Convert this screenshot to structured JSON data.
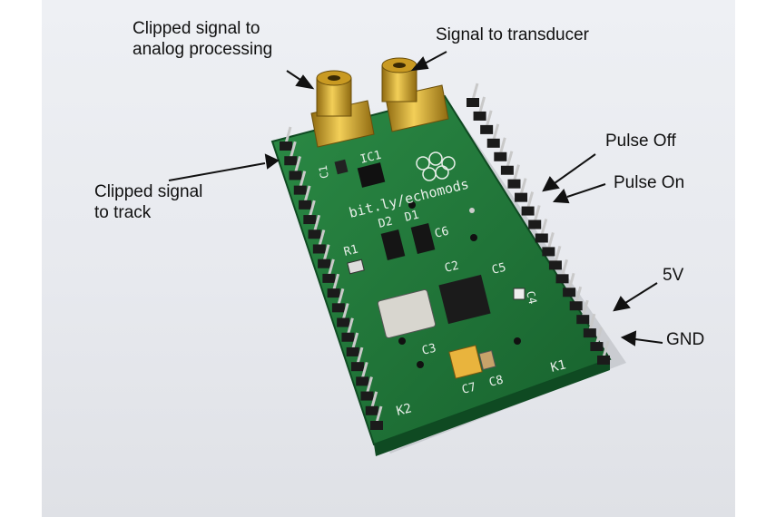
{
  "annotations": {
    "analog": [
      "Clipped signal to",
      "analog processing"
    ],
    "transducer": "Signal to transducer",
    "track": [
      "Clipped signal",
      "to track"
    ],
    "pulse_off": "Pulse Off",
    "pulse_on": "Pulse On",
    "v5": "5V",
    "gnd": "GND"
  },
  "board": {
    "url": "bit.ly/echomods",
    "designators": [
      "IC1",
      "C1",
      "D2",
      "D1",
      "C6",
      "R1",
      "C2",
      "C5",
      "C4",
      "C3",
      "C7",
      "C8",
      "K1",
      "K2"
    ]
  },
  "colors": {
    "pcb": "#1f7a3a",
    "pcb_dark": "#17602c",
    "silk": "#e8efe9",
    "gold": "#d9a928",
    "pin": "#1b1b1b",
    "background": "#e9ebef"
  }
}
